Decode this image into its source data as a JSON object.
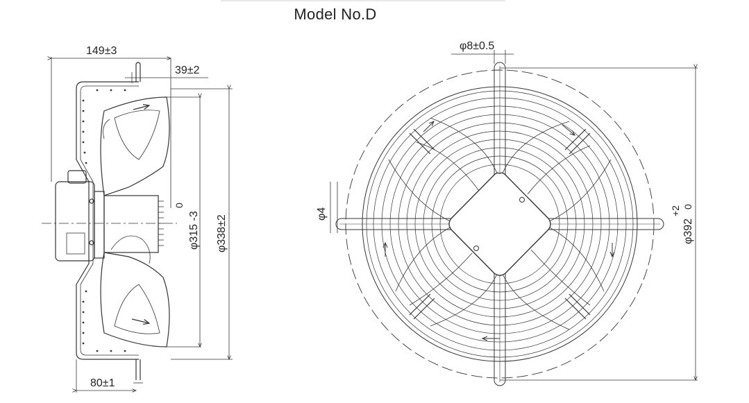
{
  "title": "Model No.D",
  "side_view": {
    "dim_depth": "149±3",
    "dim_guard": "39±2",
    "dim_bracket": "80±1",
    "dim_blade_tol": "0",
    "dim_blade_dia": "φ315 -3",
    "dim_guard_dia": "φ338±2"
  },
  "front_view": {
    "dim_rod": "φ8±0.5",
    "dim_hole": "φ4",
    "dim_outer_tol": "+2",
    "dim_outer_tol2": "0",
    "dim_outer_dia": "φ392"
  }
}
